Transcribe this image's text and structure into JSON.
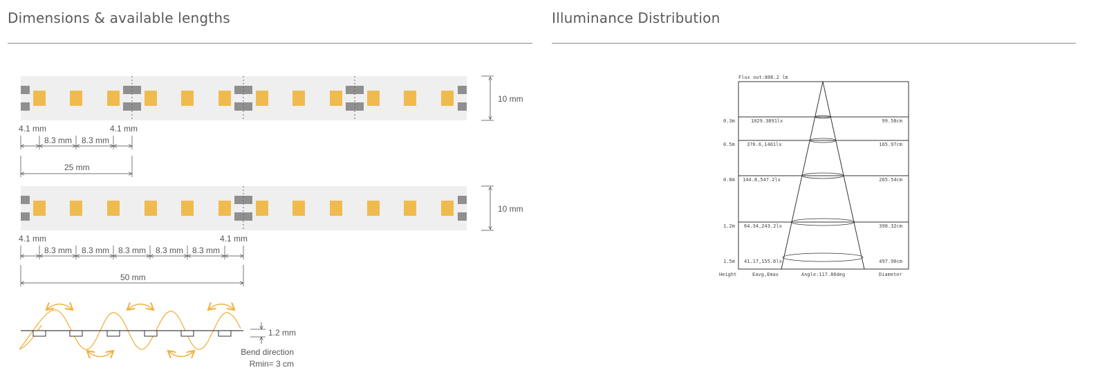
{
  "left": {
    "title": "Dimensions & available lengths",
    "strip1": {
      "height_label": "10 mm",
      "edge_left": "4.1 mm",
      "edge_right": "4.1 mm",
      "pitch_labels": [
        "8.3 mm",
        "8.3 mm"
      ],
      "total": "25 mm"
    },
    "strip2": {
      "height_label": "10 mm",
      "edge_left": "4.1 mm",
      "edge_right": "4.1 mm",
      "pitch_labels": [
        "8.3 mm",
        "8.3 mm",
        "8.3 mm",
        "8.3 mm",
        "8.3 mm"
      ],
      "total": "50 mm"
    },
    "bend": {
      "thickness": "1.2 mm",
      "label": "Bend direction",
      "rmin": "Rmin= 3 cm"
    }
  },
  "right": {
    "title": "Illuminance Distribution",
    "flux": "Flux out:806.2 lm",
    "rows": [
      {
        "height": "0.3m",
        "values": "1029.3891lx",
        "diameter": "99.58cm"
      },
      {
        "height": "0.5m",
        "values": "370.6,1401lx",
        "diameter": "165.97cm"
      },
      {
        "height": "0.8m",
        "values": "144.8,547.2lx",
        "diameter": "265.54cm"
      },
      {
        "height": "1.2m",
        "values": "64.34,243.2lx",
        "diameter": "398.32cm"
      },
      {
        "height": "1.5m",
        "values": "41.17,155.6lx",
        "diameter": "497.90cm"
      }
    ],
    "footer": {
      "height": "Height",
      "eavg": "Eavg,Emax",
      "angle": "Angle:117.86deg",
      "diameter": "Diameter"
    }
  },
  "colors": {
    "led": "#f0bb4e",
    "pad": "#8f8f8f",
    "strip": "#efefef",
    "arrow": "#f0b240"
  }
}
